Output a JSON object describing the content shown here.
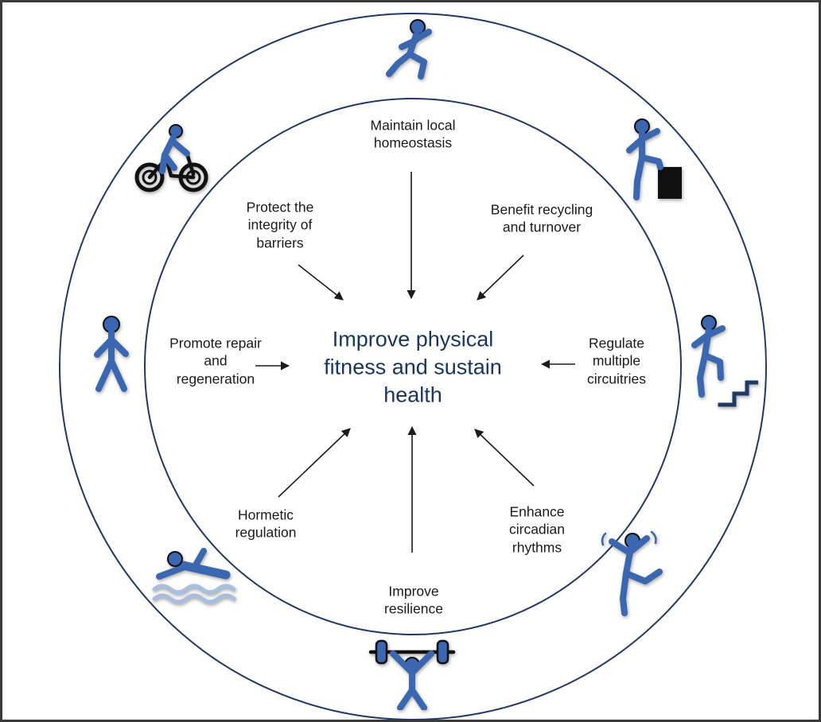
{
  "figure": {
    "title": "Exercise benefits circle diagram",
    "center": {
      "text": "Improve physical\nfitness and sustain\nhealth"
    },
    "labels": {
      "maintain": "Maintain local\nhomeostasis",
      "protect": "Protect the\nintegrity of\nbarriers",
      "benefit": "Benefit recycling\nand turnover",
      "promote": "Promote repair\nand\nregeneration",
      "regulate": "Regulate\nmultiple\ncircuitries",
      "hormetic": "Hormetic\nregulation",
      "enhance": "Enhance\ncircadian\nrhythms",
      "resilience": "Improve\nresilience"
    },
    "icons": {
      "top": "running-icon",
      "top_left": "cycling-icon",
      "top_right": "step-up-icon",
      "left": "walking-icon",
      "right": "stair-climbing-icon",
      "bottom_left": "swimming-icon",
      "bottom_right": "dancing-icon",
      "bottom": "weightlifting-icon"
    },
    "colors": {
      "circle_stroke": "#1f3864",
      "center_text": "#17365d",
      "label_text": "#1a1a1a",
      "icon_blue": "#3a67b0",
      "wave_blue": "#a8bfdd",
      "outline": "#111111",
      "arrow": "#1c1c1c"
    }
  }
}
